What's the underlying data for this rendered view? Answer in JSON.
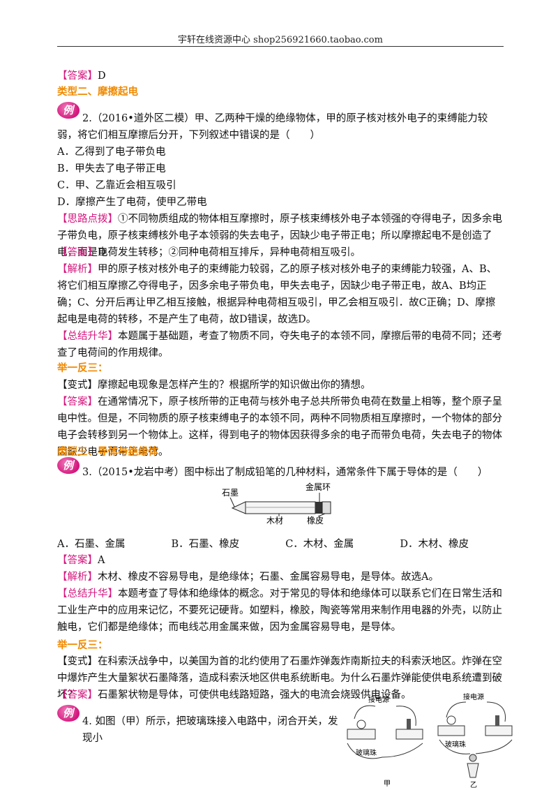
{
  "header": "宇轩在线资源中心   shop256921660.taobao.com",
  "tags": {
    "answer": "【答案】",
    "idea": "【思路点拨】",
    "analysis": "【解析】",
    "summary": "【总结升华】",
    "variant": "【变式】"
  },
  "answer1": "D",
  "type2": "类型二、摩擦起电",
  "badge": "例",
  "q2": {
    "stem": "2.（2016•道外区二模）甲、乙两种干燥的绝缘物体，甲的原子核对核外电子的束缚能力较弱，将它们相互摩擦后分开，下列叙述中错误的是（　　）",
    "options": [
      "A．乙得到了电子带负电",
      "B．甲失去了电子带正电",
      "C．甲、乙靠近会相互吸引",
      "D．摩擦产生了电荷，使甲乙带电"
    ],
    "idea": "①不同物质组成的物体相互摩擦时，原子核束缚核外电子本领强的夺得电子，因多余电子带负电，原子核束缚核外电子本领弱的失去电子，因缺少电子带正电；所以摩擦起电不是创造了电，而是电荷发生转移；②同种电荷相互排斥，异种电荷相互吸引。",
    "answer": "D",
    "analysis": "甲的原子核对核外电子的束缚能力较弱，乙的原子核对核外电子的束缚能力较强，A、B、将它们相互摩擦乙夺得电子，因多余电子带负电，甲失去电子，因缺少电子带正电，故A、B均正确；C、分开后再让甲乙相互接触，根据异种电荷相互吸引，甲乙会相互吸引．故C正确；D、摩擦起电是电荷的转移，不是产生了电荷，故D错误，故选D。",
    "summary": "本题属于基础题，考查了物质不同，夺失电子的本领不同，摩擦后带的电荷不同；还考查了电荷间的作用规律。"
  },
  "practice": "举一反三：",
  "v2": {
    "text": "摩擦起电现象是怎样产生的？根据所学的知识做出你的猜想。",
    "answer": "在通常情况下，原子核所带的正电荷与核外电子总共所带负电荷在数量上相等，整个原子呈电中性。但是，不同物质的原子核束缚电子的本领不同，两种不同物质相互摩擦时，一个物体的部分电子会转移到另一个物体上。这样，得到电子的物体因获得多余的电子而带负电荷，失去电子的物体因缺少电子而带正电荷。"
  },
  "type3": "类型三、导体与绝缘体",
  "q3": {
    "stem": "3.（2015•龙岩中考）图中标出了制成铅笔的几种材料，通常条件下属于导体的是（　　）",
    "labels": {
      "graphite": "石墨",
      "metal_ring": "金属环",
      "wood": "木材",
      "rubber": "橡皮"
    },
    "options": [
      "A．石墨、金属",
      "B．石墨、橡皮",
      "C．木材、金属",
      "D．木材、橡皮"
    ],
    "answer": "A",
    "analysis": "木材、橡皮不容易导电，是绝缘体；石墨、金属容易导电，是导体。故选A。",
    "summary": "本题考查了导体和绝缘体的概念。对于常见的导体和绝缘体可以联系它们在日常生活和工业生产中的应用来记忆，不要死记硬背。如塑料，橡胶，陶瓷等常用来制作用电器的外壳，以防止触电，它们都是绝缘体；而电线芯用金属来做，因为金属容易导电，是导体。"
  },
  "v3": {
    "text": "在科索沃战争中，以美国为首的北约使用了石墨炸弹轰炸南斯拉夫的科索沃地区。炸弹在空中爆炸产生大量絮状石墨降落，造成科索沃地区供电系统断电。为什么石墨炸弹能使供电系统遭到破坏？",
    "answer": "石墨絮状物是导体，可使供电线路短路，强大的电流会烧毁供电设备。"
  },
  "q4": {
    "stem": "4. 如图（甲）所示，把玻璃珠接入电路中，闭合开关，发现小",
    "fig_left_labels": {
      "power": "接电源",
      "glass": "玻璃珠",
      "caption": "甲"
    },
    "fig_right_labels": {
      "power": "接电源",
      "glass": "玻璃珠",
      "caption": "乙"
    }
  }
}
